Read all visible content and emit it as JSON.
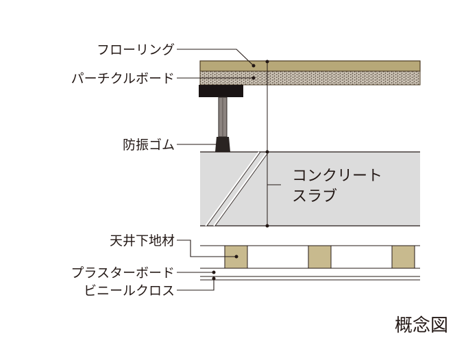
{
  "labels": {
    "flooring": "フローリング",
    "particle_board": "パーチクルボード",
    "rubber": "防振ゴム",
    "slab_line1": "コンクリート",
    "slab_line2": "スラブ",
    "ceiling_frame": "天井下地材",
    "plaster_board": "プラスターボード",
    "vinyl_cloth": "ビニールクロス",
    "concept": "概念図"
  },
  "colors": {
    "flooring": "#b7a878",
    "flooring_dark": "#4a3a22",
    "particle": "#8a7c6a",
    "slab": "#dcdcdc",
    "joist": "#c8ba8e",
    "support_head": "#1a1414",
    "rubber": "#2a2422",
    "leader": "#231815"
  }
}
